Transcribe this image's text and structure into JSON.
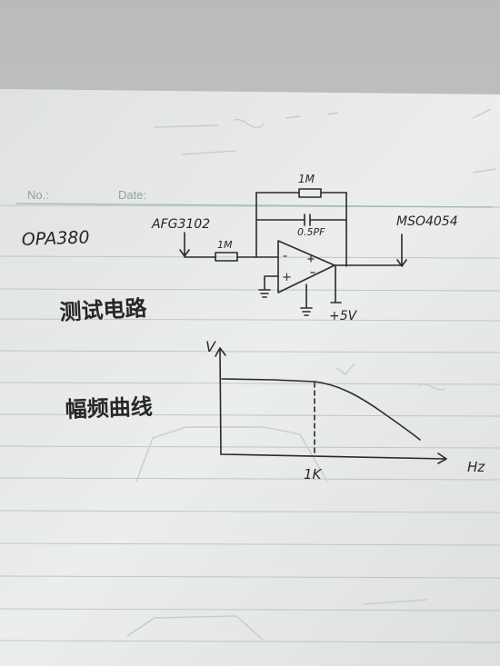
{
  "header": {
    "no_label": "No.:",
    "date_label": "Date:"
  },
  "notes": {
    "title": "OPA380",
    "section_circuit": "测试电路",
    "section_curve": "幅频曲线"
  },
  "circuit": {
    "source": "AFG3102",
    "scope": "MSO4054",
    "r_input": "1M",
    "r_feedback": "1M",
    "c_feedback": "0.5PF",
    "supply": "+5V",
    "minus_sign": "-",
    "plus_sign": "+"
  },
  "plot": {
    "y_axis_label": "V",
    "x_axis_label": "Hz",
    "cutoff_label": "1K"
  },
  "colors": {
    "paper": "#e7e9e7",
    "ink": "#2a2a2e",
    "ruled_line": "#b9c9c2",
    "background": "#c9cbca"
  }
}
